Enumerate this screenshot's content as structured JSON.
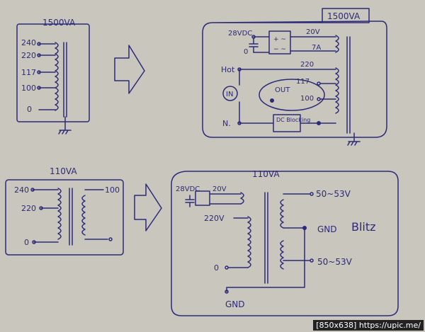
{
  "diagram1": {
    "left": {
      "title": "1500VA",
      "taps": [
        "240",
        "220",
        "117",
        "100",
        "0"
      ]
    },
    "right": {
      "title": "1500VA",
      "supply_label": "28VDC",
      "out_voltage": "20V",
      "fuse_label": "7A",
      "hot_label": "Hot",
      "neutral_label": "N.",
      "meter_label": "IN",
      "tap_220": "220",
      "out_label": "OUT",
      "tap_117": "117",
      "tap_100": "100",
      "dc_block_label": "DC Blocking"
    }
  },
  "diagram2": {
    "left": {
      "title": "110VA",
      "taps_primary": [
        "240",
        "220",
        "0"
      ],
      "secondary_tap": "100"
    },
    "right": {
      "title": "110VA",
      "supply_label": "28VDC",
      "out_voltage": "20V",
      "primary_tap": "220V",
      "zero_tap": "0",
      "v_out_top": "50~53V",
      "gnd_label": "GND",
      "v_out_bottom": "50~53V",
      "bottom_gnd": "GND",
      "brand": "Blitz"
    }
  },
  "watermark": "[850x638] https://upic.me/",
  "colors": {
    "ink": "#2c2a7a",
    "paper": "#c9c6bd"
  }
}
